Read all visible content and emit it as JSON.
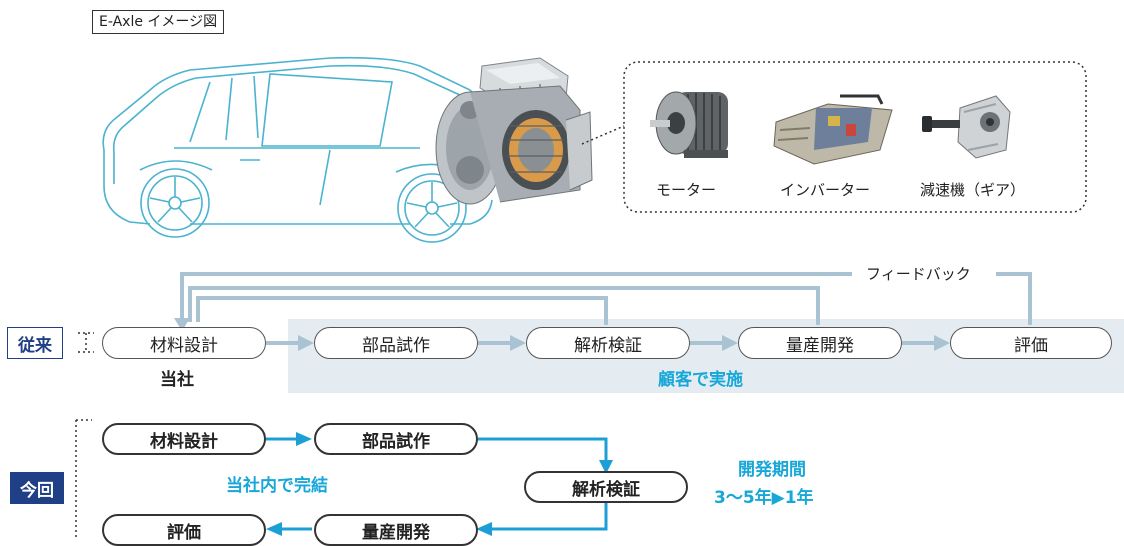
{
  "title": "E-Axle イメージ図",
  "components": [
    {
      "label": "モーター"
    },
    {
      "label": "インバーター"
    },
    {
      "label": "減速機（ギア）"
    }
  ],
  "feedback_label": "フィードバック",
  "conventional": {
    "tag": "従来",
    "steps": [
      "材料設計",
      "部品試作",
      "解析検証",
      "量産開発",
      "評価"
    ],
    "our_company_label": "当社",
    "customer_label": "顧客で実施"
  },
  "current": {
    "tag": "今回",
    "steps": [
      "材料設計",
      "部品試作",
      "解析検証",
      "量産開発",
      "評価"
    ],
    "in_house_label": "当社内で完結",
    "dev_period_title": "開発期間",
    "dev_period_value": "3〜5年▶1年"
  },
  "colors": {
    "outline": "#4bb3cf",
    "shade": "#e4ecf1",
    "gray_arrow": "#a9c3d3",
    "blue_arrow": "#1c9fd6",
    "navy": "#1f3f86"
  }
}
